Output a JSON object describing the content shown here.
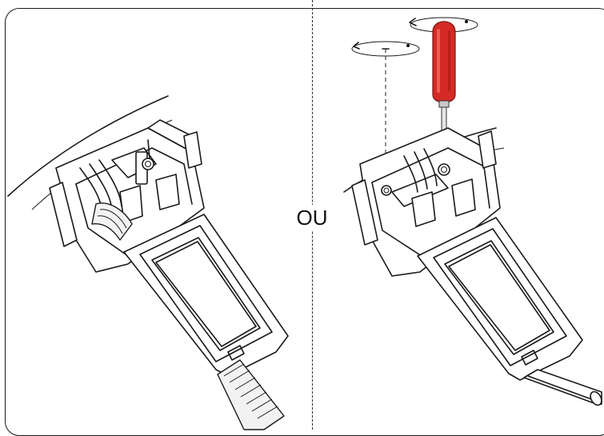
{
  "diagram": {
    "option_separator": "OU",
    "colors": {
      "outline": "#1a1a1a",
      "screwdriver_handle": "#d42a25",
      "screwdriver_highlight": "#ef5a50",
      "background": "#ffffff"
    },
    "panels": [
      {
        "name": "left-panel",
        "tool": "none",
        "conduit": "corrugated-flexible-conduit"
      },
      {
        "name": "right-panel",
        "tool": "screwdriver-icon",
        "conduit": "rigid-pipe",
        "rotation_arrows": 2
      }
    ]
  }
}
